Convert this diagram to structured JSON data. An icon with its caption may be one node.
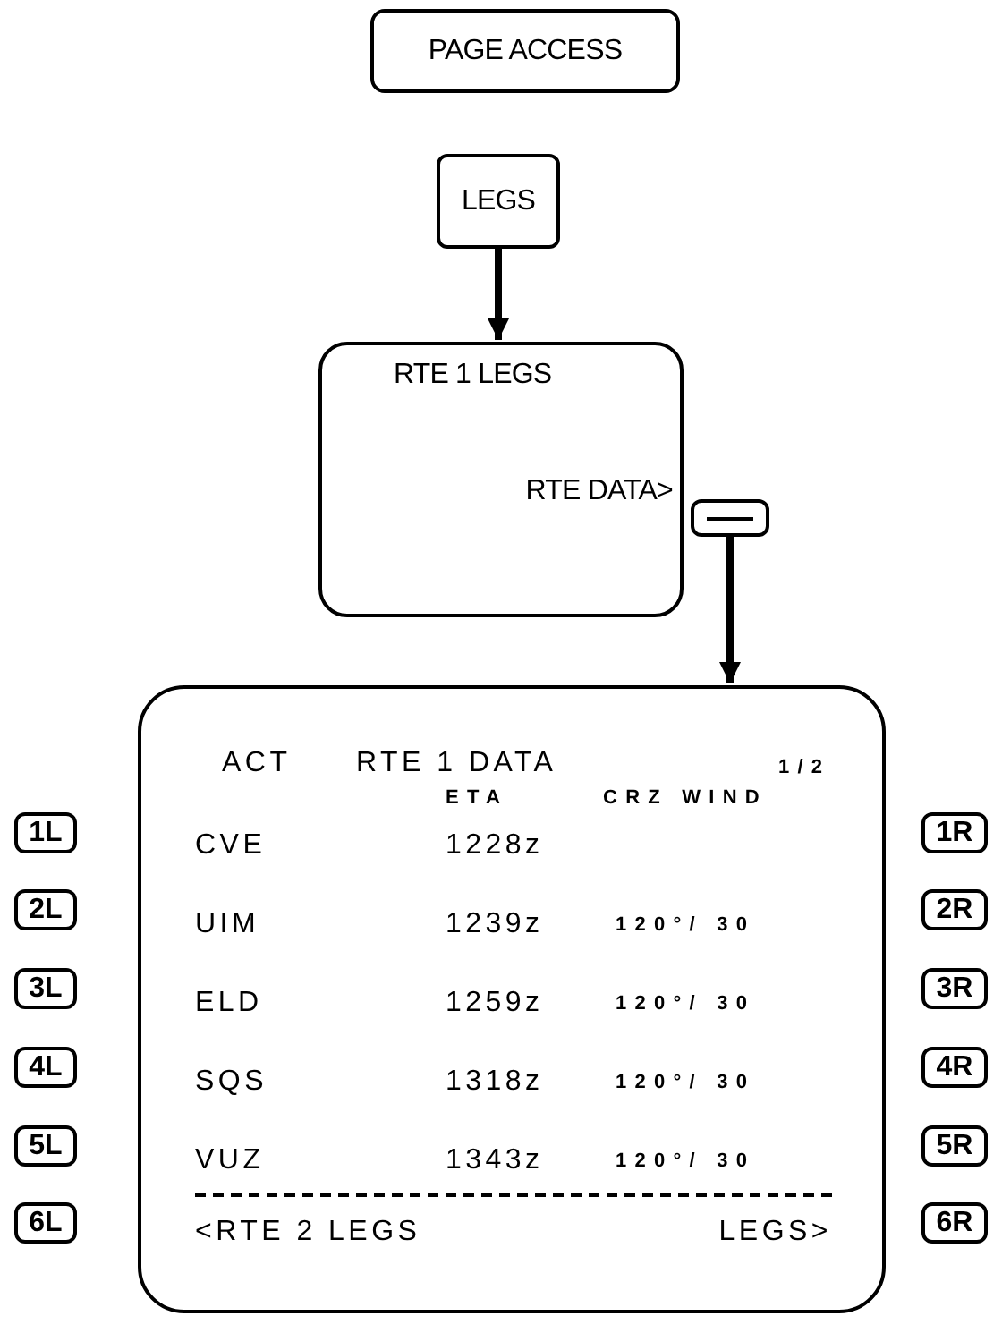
{
  "diagram": {
    "nodes": [
      {
        "text": [
          "PAGE ACCESS"
        ]
      },
      {
        "text": [
          "LEGS"
        ]
      },
      {
        "text": [
          "RTE 1 LEGS",
          "RTE DATA>"
        ]
      },
      {
        "text": [],
        "shape": "box"
      },
      {
        "text": [
          "ACT",
          "RTE 1 DATA",
          "1/2",
          "ETA",
          "CRZ WIND",
          "CVE",
          "1228z",
          "UIM",
          "1239z",
          "120°/ 30",
          "ELD",
          "1259z",
          "120°/ 30",
          "SQS",
          "1318z",
          "120°/ 30",
          "VUZ",
          "1343z",
          "120°/ 30",
          "<RTE 2 LEGS",
          "LEGS>"
        ]
      },
      {
        "text": [
          "1L"
        ]
      },
      {
        "text": [
          "1R"
        ]
      },
      {
        "text": [
          "2L"
        ]
      },
      {
        "text": [
          "2R"
        ]
      },
      {
        "text": [
          "3L"
        ]
      },
      {
        "text": [
          "3R"
        ]
      },
      {
        "text": [
          "4L"
        ]
      },
      {
        "text": [
          "4R"
        ]
      },
      {
        "text": [
          "5L"
        ]
      },
      {
        "text": [
          "5R"
        ]
      },
      {
        "text": [
          "6L"
        ]
      },
      {
        "text": [
          "6R"
        ]
      }
    ],
    "edges": [
      {
        "from": 1,
        "to": 2,
        "arrow": "to"
      },
      {
        "from": 3,
        "to": 4,
        "arrow": "to"
      }
    ]
  }
}
